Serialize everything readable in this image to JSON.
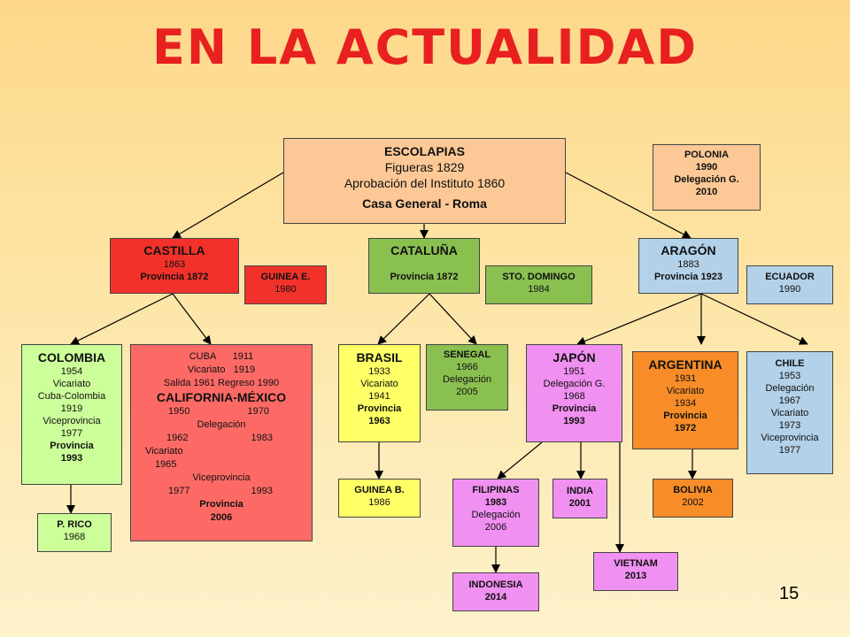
{
  "title": "EN LA ACTUALIDAD",
  "page_number": "15",
  "nodes": {
    "escolapias": {
      "name": "ESCOLAPIAS",
      "line1": "Figueras 1829",
      "line2": "Aprobación del Instituto 1860",
      "line3": "Casa General - Roma"
    },
    "polonia": {
      "name": "POLONIA",
      "line1": "1990",
      "line2": "Delegación G.",
      "line3": "2010"
    },
    "castilla": {
      "name": "CASTILLA",
      "line1": "1863",
      "line2": "Provincia 1872"
    },
    "guinea_e": {
      "name": "GUINEA E.",
      "line1": "1980"
    },
    "cataluna": {
      "name": "CATALUÑA",
      "line1": "Provincia 1872"
    },
    "sto_domingo": {
      "name": "STO. DOMINGO",
      "line1": "1984"
    },
    "aragon": {
      "name": "ARAGÓN",
      "line1": "1883",
      "line2": "Provincia 1923"
    },
    "ecuador": {
      "name": "ECUADOR",
      "line1": "1990"
    },
    "colombia": {
      "name": "COLOMBIA",
      "lines": [
        "1954",
        "Vicariato",
        "Cuba-Colombia",
        "1919",
        "Viceprovincia",
        "1977"
      ],
      "prov": "Provincia",
      "prov_year": "1993"
    },
    "california": {
      "cuba_a": "CUBA",
      "cuba_b": "1911",
      "vic_a": "Vicariato",
      "vic_b": "1919",
      "salida": "Salida 1961  Regreso 1990",
      "name": "CALIFORNIA-MÉXICO",
      "y1950": "1950",
      "y1970": "1970",
      "delegacion": "Delegación",
      "y1962": "1962",
      "y1983": "1983",
      "vicariato": "Vicariato",
      "y1965": "1965",
      "viceprov": "Viceprovincia",
      "y1977": "1977",
      "y1993": "1993",
      "prov": "Provincia",
      "prov_year": "2006"
    },
    "brasil": {
      "name": "BRASIL",
      "lines": [
        "1933",
        "Vicariato",
        "1941"
      ],
      "prov": "Provincia",
      "prov_year": "1963"
    },
    "senegal": {
      "name": "SENEGAL",
      "lines": [
        "1966",
        "Delegación",
        "2005"
      ]
    },
    "japon": {
      "name": "JAPÓN",
      "lines": [
        "1951",
        "Delegación G.",
        "1968"
      ],
      "prov": "Provincia",
      "prov_year": "1993"
    },
    "argentina": {
      "name": "ARGENTINA",
      "lines": [
        "1931",
        "Vicariato",
        "1934"
      ],
      "prov": "Provincia",
      "prov_year": "1972"
    },
    "chile": {
      "name": "CHILE",
      "lines": [
        "1953",
        "Delegación",
        "1967",
        "Vicariato",
        "1973",
        "Viceprovincia",
        "1977"
      ]
    },
    "p_rico": {
      "name": "P. RICO",
      "line1": "1968"
    },
    "guinea_b": {
      "name": "GUINEA B.",
      "line1": "1986"
    },
    "filipinas": {
      "name": "FILIPINAS",
      "year": "1983",
      "line1": "Delegación",
      "line2": "2006"
    },
    "india": {
      "name": "INDIA",
      "line1": "2001"
    },
    "bolivia": {
      "name": "BOLIVIA",
      "line1": "2002"
    },
    "vietnam": {
      "name": "VIETNAM",
      "line1": "2013"
    },
    "indonesia": {
      "name": "INDONESIA",
      "line1": "2014"
    }
  }
}
